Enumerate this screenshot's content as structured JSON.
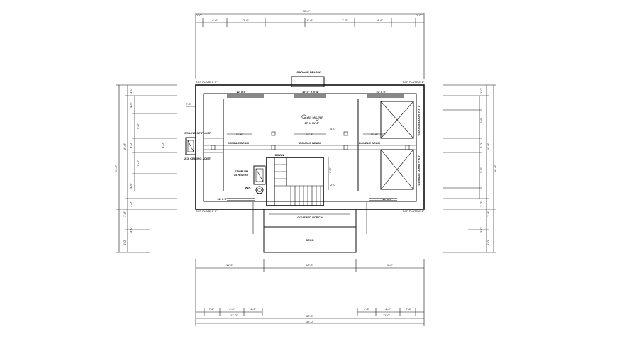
{
  "colors": {
    "line": "#111111",
    "title": "#555555",
    "background": "#ffffff"
  },
  "plan": {
    "room_title": "Garage",
    "room_subtitle": "27' X 11' 6\"",
    "top_header": "GARAGE BELOW",
    "upper_left_window": "12' X 5'",
    "upper_center_window": "12' 3\" X 5' 4\"",
    "upper_right_window": "10' X 5'",
    "lower_left_window": "12' X 5'",
    "lower_right_window": "10' X 5'",
    "beam_left": "DOUBLE BEAM",
    "beam_center": "DOUBLE BEAM",
    "beam_right": "DOUBLE BEAM",
    "span_a": "11' 6\"",
    "span_b": "11' 6\"",
    "span_c": "11' 6\"",
    "left_annotation_top": "CEILING OF FLOOR",
    "left_annotation_bottom": "2X6 CEILING JOIST",
    "stair_label": "STAIR UP",
    "stair_sub": "14 RISERS",
    "water_heater": "W.H.",
    "down_label": "DOWN",
    "porch_label": "COVERED PORCH",
    "deck_label": "DECK",
    "right_annotation_upper": "GARAGE DOOR 9' X 7'",
    "right_annotation_lower": "GARAGE DOOR 9' X 7'",
    "corner_tl": "TOP PLATE 8' 1\"",
    "corner_tr": "TOP PLATE 8' 1\"",
    "corner_bl": "TOP PLATE 8' 1\"",
    "corner_br": "TOP PLATE 8' 1\""
  },
  "dimensions": {
    "top_overall": "32'-0\"",
    "top_segments": [
      "1'-0\"",
      "4'-6\"",
      "7'-6\"",
      "6'-0\"",
      "7'-6\"",
      "4'-6\"",
      "1'-0\""
    ],
    "bottom_segments": [
      "11'-0\"",
      "12'-0\"",
      "9'-0\""
    ],
    "bottom_small_left": [
      "2'-6\"",
      "4'-0\"",
      "4'-6\""
    ],
    "bottom_small_right": [
      "4'-6\"",
      "4'-0\"",
      "2'-6\""
    ],
    "bottom_sub": [
      "11'-0\"",
      "11'-0\""
    ],
    "bottom_overall": [
      "32'-0\"",
      "32'-0\""
    ],
    "left_overall": "26'-0\"",
    "left_total": "16'-0\"",
    "left_segments": [
      "1'-0\"",
      "4'-6\"",
      "3'-0\"",
      "4'-6\"",
      "1'-0\""
    ],
    "left_inner": [
      "5'-0\"",
      "4'-0\"",
      "5'-0\""
    ],
    "left_lower": [
      "1'-0\"",
      "3'-0\"",
      "1'-0\""
    ],
    "right_overall": "26'-0\"",
    "right_total": "16'-0\"",
    "right_segments": [
      "1'-0\"",
      "5'-6\"",
      "2'-0\"",
      "5'-6\"",
      "1'-0\""
    ],
    "right_lower": [
      "1'-0\"",
      "3'-0\"",
      "1'-0\""
    ],
    "small_notes": [
      "4'-0\"",
      "3'-0\"",
      "3'-0\"",
      "2'-0\""
    ]
  }
}
